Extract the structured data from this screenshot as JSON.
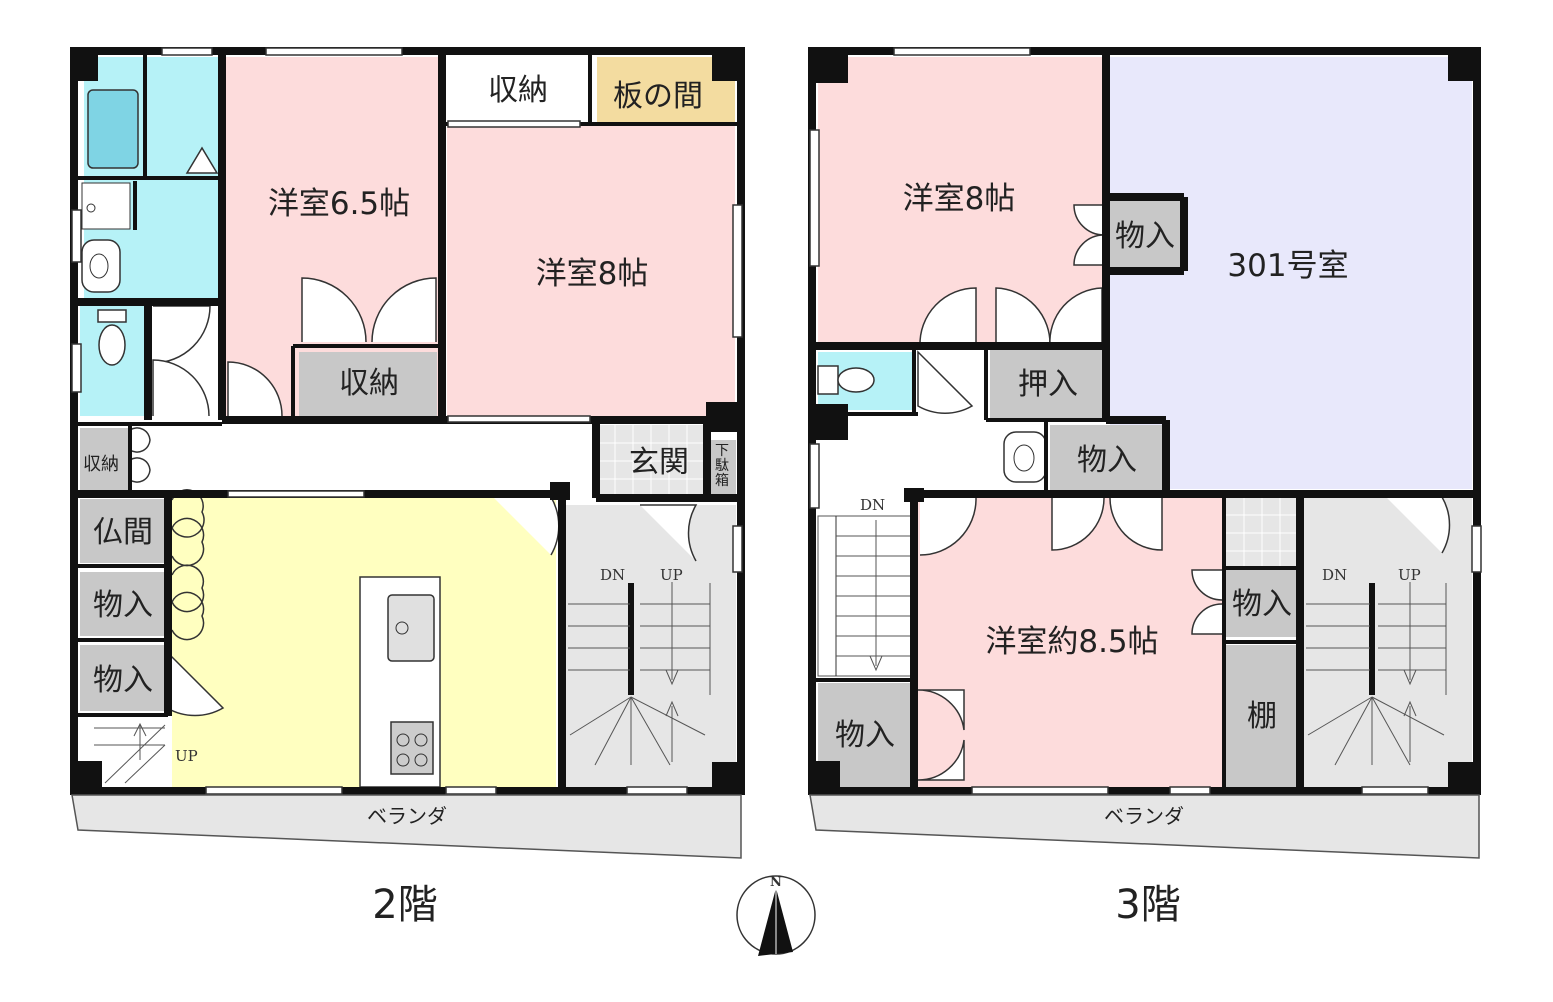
{
  "floor2": {
    "title": "2階",
    "rooms": {
      "western_a": "洋室6.5帖",
      "western_b": "洋室8帖",
      "storage_top": "収納",
      "wood_floor": "板の間",
      "storage_mid": "収納",
      "storage_small": "収納",
      "entrance": "玄関",
      "shoe_box": "下\n駄\n箱",
      "altar_room": "仏間",
      "closet_1": "物入",
      "closet_2": "物入",
      "balcony": "ベランダ"
    },
    "stair_labels": {
      "dn": "DN",
      "up": "UP",
      "up_small": "UP"
    }
  },
  "floor3": {
    "title": "3階",
    "rooms": {
      "western_a": "洋室8帖",
      "closet_a": "物入",
      "unit": "301号室",
      "oshiire": "押入",
      "closet_b": "物入",
      "western_b": "洋室約8.5帖",
      "closet_c": "物入",
      "shelf": "棚",
      "closet_d": "物入",
      "balcony": "ベランダ"
    },
    "stair_labels": {
      "dn": "DN",
      "up": "UP",
      "dn_left": "DN"
    }
  },
  "compass": {
    "north": "N"
  },
  "colors": {
    "pink": "#fddcdc",
    "blue": "#e8e8fb",
    "yellow": "#ffffc0",
    "cyan": "#b6f2f7",
    "gray": "#c8c8c8",
    "light_gray": "#e6e6e6",
    "wood": "#f3dca0",
    "wall": "#111111"
  }
}
